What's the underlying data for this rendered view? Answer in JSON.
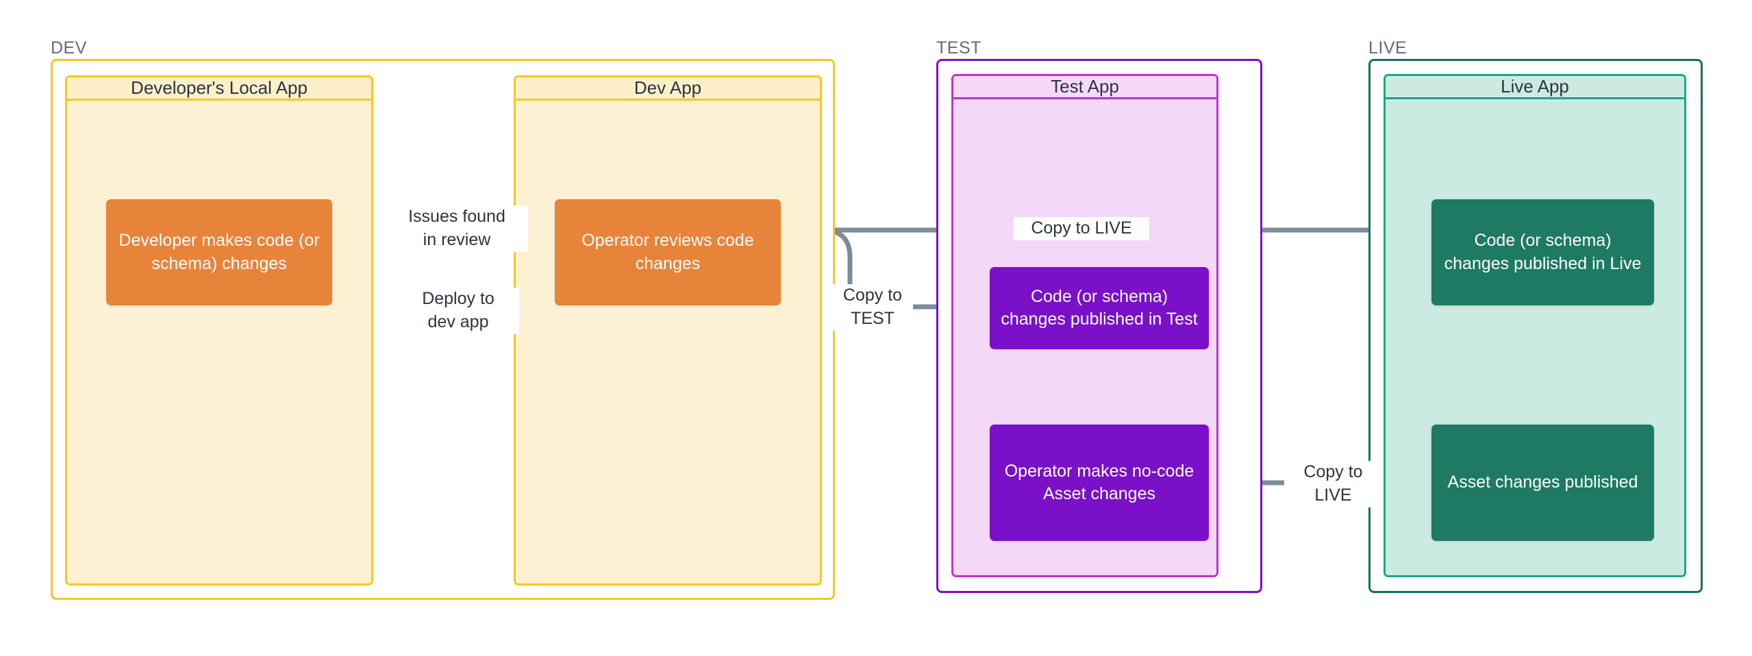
{
  "environments": [
    {
      "id": "dev",
      "label": "DEV",
      "accent": "#f7c623",
      "apps": [
        {
          "id": "dev-local",
          "title": "Developer's Local App",
          "nodes": [
            {
              "id": "dev-makes-changes",
              "text": "Developer makes code (or schema) changes",
              "color": "#e8833a"
            }
          ]
        },
        {
          "id": "dev-app",
          "title": "Dev App",
          "nodes": [
            {
              "id": "operator-reviews",
              "text": "Operator reviews code changes",
              "color": "#e8833a"
            }
          ]
        }
      ]
    },
    {
      "id": "test",
      "label": "TEST",
      "accent": "#7a10c7",
      "apps": [
        {
          "id": "test-app",
          "title": "Test App",
          "nodes": [
            {
              "id": "test-code-published",
              "text": "Code (or schema) changes published in Test",
              "color": "#7a10c7"
            },
            {
              "id": "test-asset-changes",
              "text": "Operator makes no-code Asset changes",
              "color": "#7a10c7"
            }
          ]
        }
      ]
    },
    {
      "id": "live",
      "label": "LIVE",
      "accent": "#13715c",
      "apps": [
        {
          "id": "live-app",
          "title": "Live App",
          "nodes": [
            {
              "id": "live-code-published",
              "text": "Code (or schema) changes published in Live",
              "color": "#1e7a63"
            },
            {
              "id": "live-asset-published",
              "text": "Asset changes published",
              "color": "#1e7a63"
            }
          ]
        }
      ]
    }
  ],
  "edges": [
    {
      "id": "issues-found",
      "label": "Issues found\nin review",
      "from": "operator-reviews",
      "to": "dev-makes-changes"
    },
    {
      "id": "deploy-to-dev",
      "label": "Deploy to\ndev app",
      "from": "dev-makes-changes",
      "to": "operator-reviews"
    },
    {
      "id": "copy-to-test",
      "label": "Copy to\nTEST",
      "from": "operator-reviews",
      "to": "test-code-published"
    },
    {
      "id": "copy-to-live-code",
      "label": "Copy to LIVE",
      "from": "operator-reviews",
      "to": "live-code-published"
    },
    {
      "id": "copy-to-live-asset",
      "label": "Copy to\nLIVE",
      "from": "test-asset-changes",
      "to": "live-asset-published"
    }
  ],
  "colors": {
    "arrow": "#7d8b9a",
    "env_label": "#5f6b7a",
    "node_text": "#ffffff",
    "title_text": "#2b3440",
    "background": "#ffffff"
  }
}
